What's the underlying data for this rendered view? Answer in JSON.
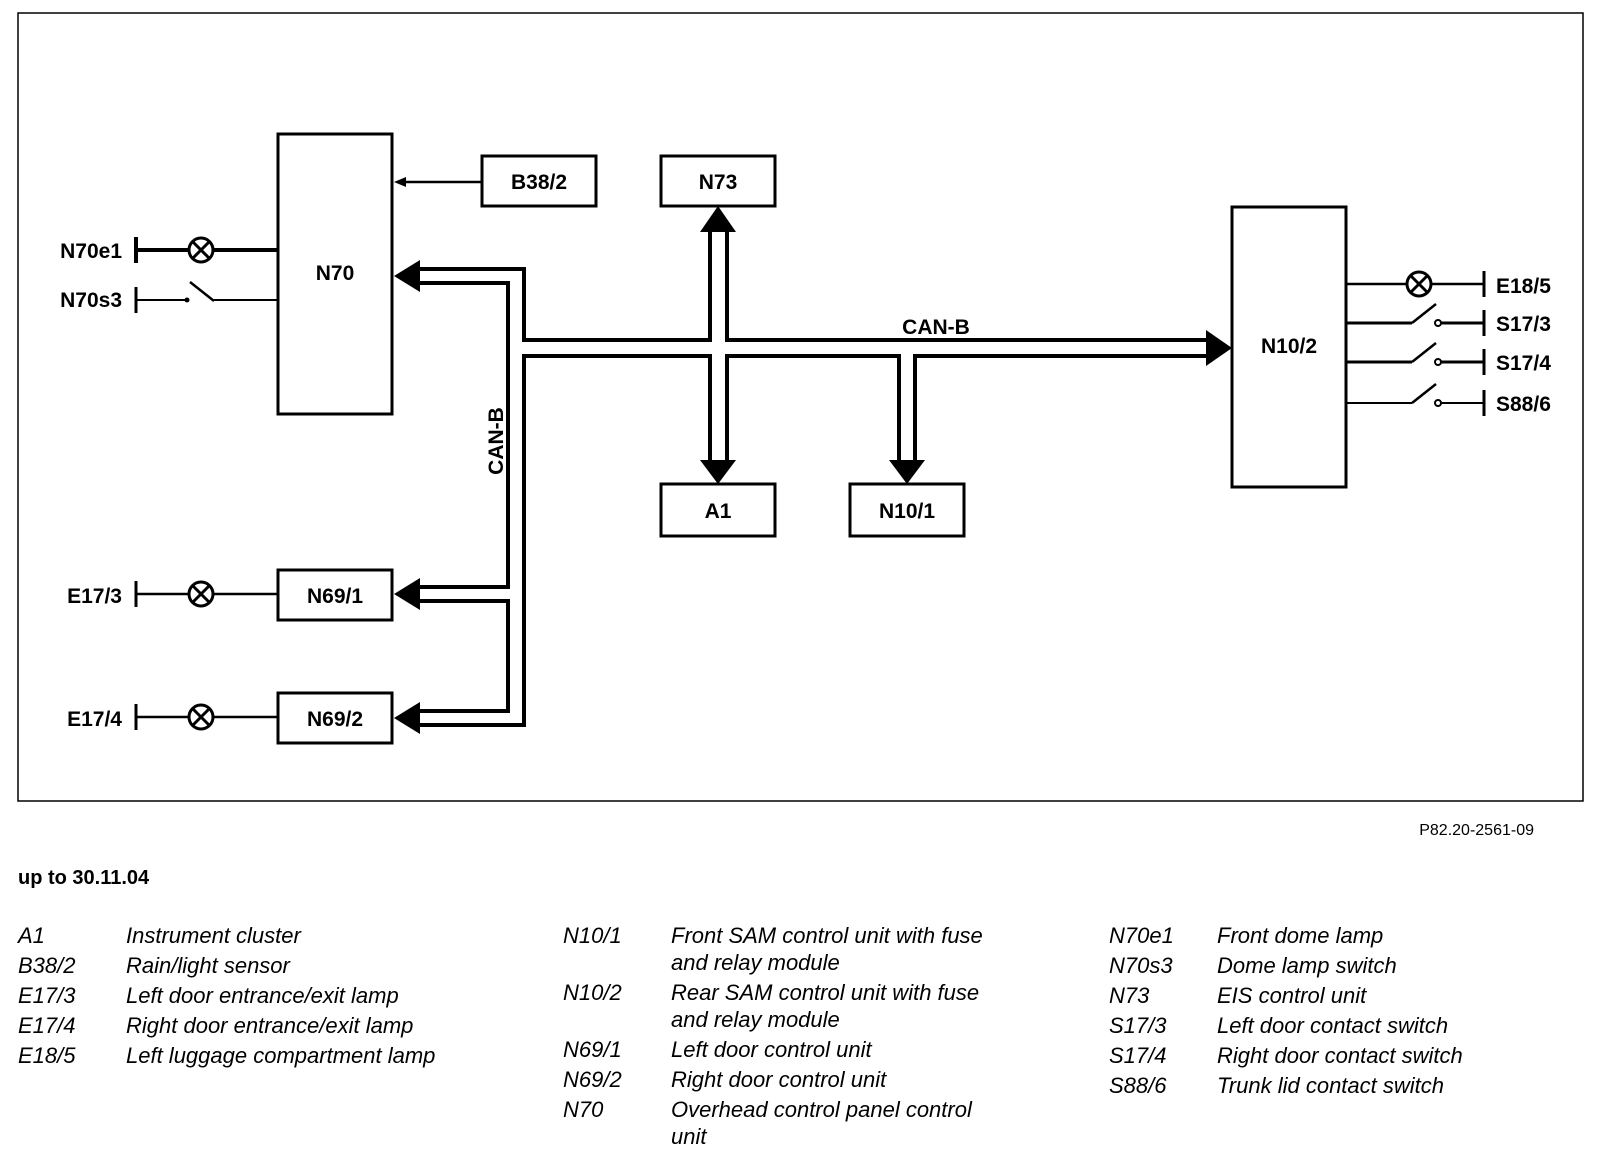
{
  "diagram": {
    "boxes": {
      "n70": "N70",
      "b38_2": "B38/2",
      "n73": "N73",
      "n10_2": "N10/2",
      "a1": "A1",
      "n10_1": "N10/1",
      "n69_1": "N69/1",
      "n69_2": "N69/2"
    },
    "terminals": {
      "n70e1": "N70e1",
      "n70s3": "N70s3",
      "e17_3": "E17/3",
      "e17_4": "E17/4",
      "e18_5": "E18/5",
      "s17_3": "S17/3",
      "s17_4": "S17/4",
      "s88_6": "S88/6"
    },
    "bus_labels": {
      "horizontal": "CAN-B",
      "vertical": "CAN-B"
    }
  },
  "reference_code": "P82.20-2561-09",
  "validity": "up to 30.11.04",
  "legend": {
    "col1": [
      {
        "code": "A1",
        "desc": "Instrument cluster"
      },
      {
        "code": "B38/2",
        "desc": "Rain/light sensor"
      },
      {
        "code": "E17/3",
        "desc": "Left door entrance/exit lamp"
      },
      {
        "code": "E17/4",
        "desc": "Right door entrance/exit lamp"
      },
      {
        "code": "E18/5",
        "desc": "Left luggage compartment lamp"
      }
    ],
    "col2": [
      {
        "code": "N10/1",
        "desc": "Front SAM control unit with fuse and relay module"
      },
      {
        "code": "N10/2",
        "desc": "Rear SAM control unit with fuse and relay module"
      },
      {
        "code": "N69/1",
        "desc": "Left door control unit"
      },
      {
        "code": "N69/2",
        "desc": "Right door control unit"
      },
      {
        "code": "N70",
        "desc": "Overhead control panel control unit"
      }
    ],
    "col3": [
      {
        "code": "N70e1",
        "desc": "Front dome lamp"
      },
      {
        "code": "N70s3",
        "desc": "Dome lamp switch"
      },
      {
        "code": "N73",
        "desc": "EIS control unit"
      },
      {
        "code": "S17/3",
        "desc": "Left door contact switch"
      },
      {
        "code": "S17/4",
        "desc": "Right door contact switch"
      },
      {
        "code": "S88/6",
        "desc": "Trunk lid contact switch"
      }
    ]
  }
}
